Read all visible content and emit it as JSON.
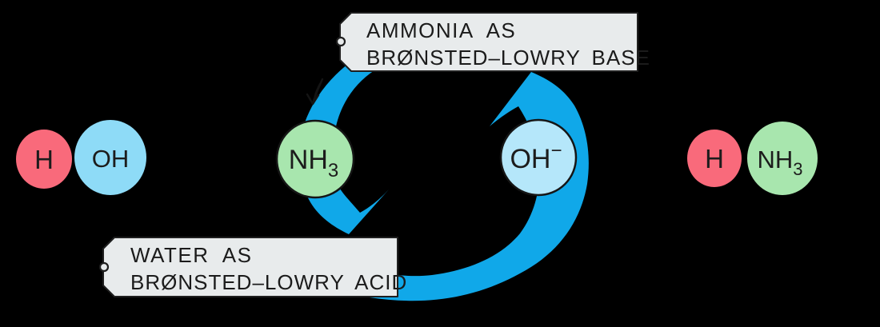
{
  "colors": {
    "background": "#000000",
    "arrow_blue": "#10A8E9",
    "red_circle": "#F96A7B",
    "light_blue_circle": "#8EDBF7",
    "pale_blue_circle": "#B5E7FA",
    "green_circle": "#A8E6AE",
    "tag_background": "#E8EBEC",
    "outline_dark": "#1C1C1C"
  },
  "labels": {
    "top": {
      "line1": "AMMONIA AS",
      "line2": "BRØNSTED–LOWRY BASE"
    },
    "bottom": {
      "line1": "WATER AS",
      "line2": "BRØNSTED–LOWRY ACID"
    }
  },
  "molecules": {
    "reactant_water": {
      "h": "H",
      "oh": "OH"
    },
    "reactant_ammonia": {
      "formula": "NH",
      "subscript": "3"
    },
    "product_hydroxide": {
      "formula": "OH",
      "charge": "−"
    },
    "product_ammonium": {
      "h": "H",
      "formula": "NH",
      "subscript": "3"
    }
  }
}
